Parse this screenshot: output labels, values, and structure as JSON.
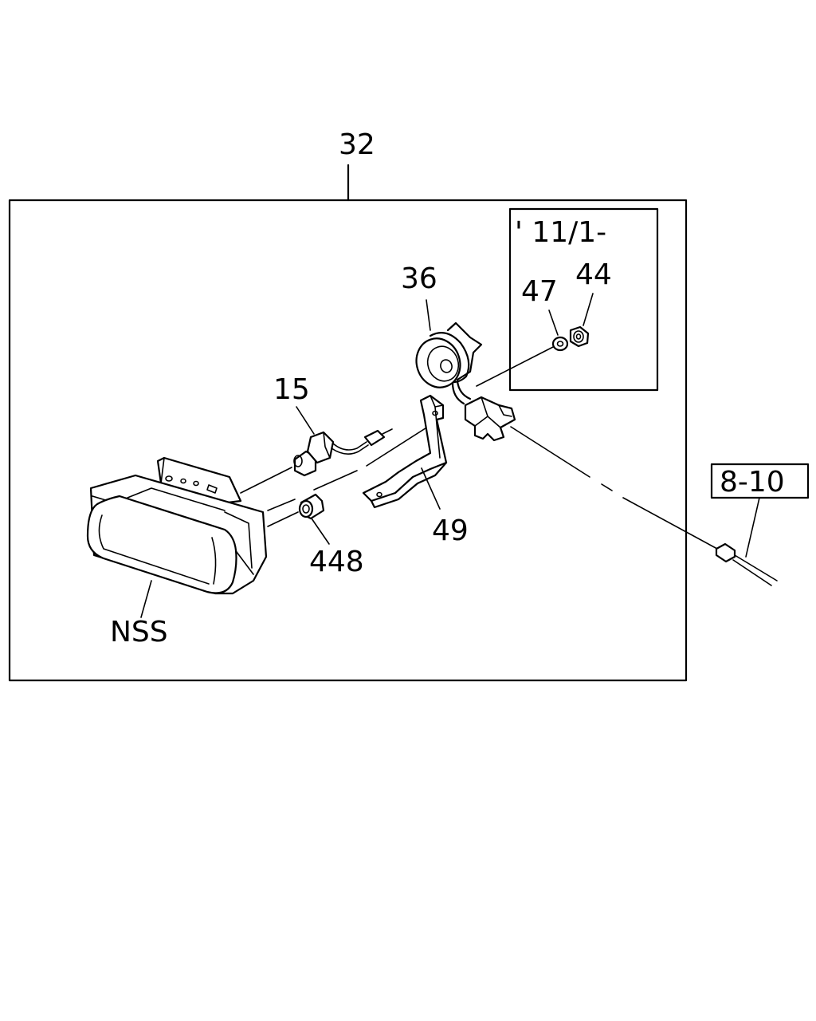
{
  "labels": {
    "assembly": "32",
    "variant_note": "' 11/1-",
    "washer": "47",
    "nut": "44",
    "horn": "36",
    "bulb": "15",
    "bracket": "49",
    "grommet": "448",
    "lamp": "NSS",
    "reference": "8-10"
  }
}
